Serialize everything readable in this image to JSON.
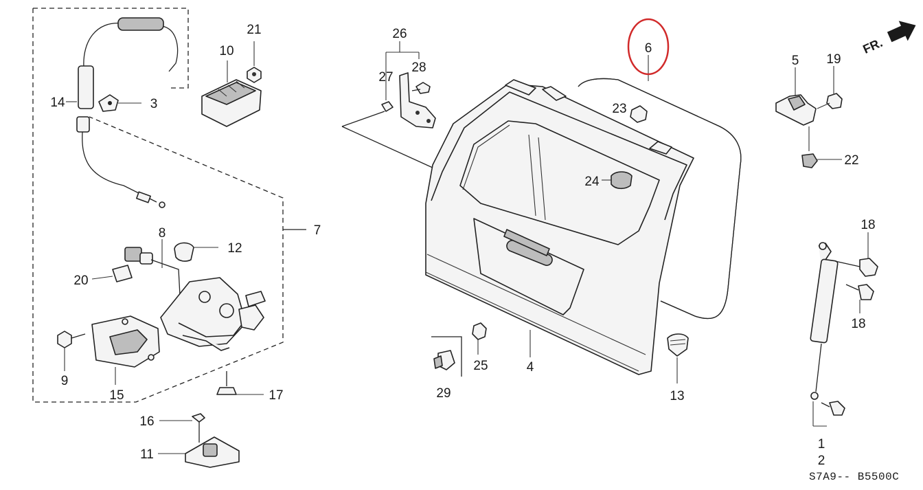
{
  "diagram": {
    "code": "S7A9-- B5500C",
    "direction_label": "FR.",
    "highlight_color": "#d12a2a",
    "callouts": [
      {
        "key": "c1",
        "text": "1"
      },
      {
        "key": "c2",
        "text": "2"
      },
      {
        "key": "c3",
        "text": "3"
      },
      {
        "key": "c4",
        "text": "4"
      },
      {
        "key": "c5",
        "text": "5"
      },
      {
        "key": "c6",
        "text": "6"
      },
      {
        "key": "c7",
        "text": "7"
      },
      {
        "key": "c8",
        "text": "8"
      },
      {
        "key": "c9",
        "text": "9"
      },
      {
        "key": "c10",
        "text": "10"
      },
      {
        "key": "c11",
        "text": "11"
      },
      {
        "key": "c12",
        "text": "12"
      },
      {
        "key": "c13",
        "text": "13"
      },
      {
        "key": "c14",
        "text": "14"
      },
      {
        "key": "c15",
        "text": "15"
      },
      {
        "key": "c16",
        "text": "16"
      },
      {
        "key": "c17",
        "text": "17"
      },
      {
        "key": "c18a",
        "text": "18"
      },
      {
        "key": "c18b",
        "text": "18"
      },
      {
        "key": "c19",
        "text": "19"
      },
      {
        "key": "c20",
        "text": "20"
      },
      {
        "key": "c21",
        "text": "21"
      },
      {
        "key": "c22",
        "text": "22"
      },
      {
        "key": "c23",
        "text": "23"
      },
      {
        "key": "c24",
        "text": "24"
      },
      {
        "key": "c25",
        "text": "25"
      },
      {
        "key": "c26",
        "text": "26"
      },
      {
        "key": "c27",
        "text": "27"
      },
      {
        "key": "c28",
        "text": "28"
      },
      {
        "key": "c29",
        "text": "29"
      }
    ]
  }
}
